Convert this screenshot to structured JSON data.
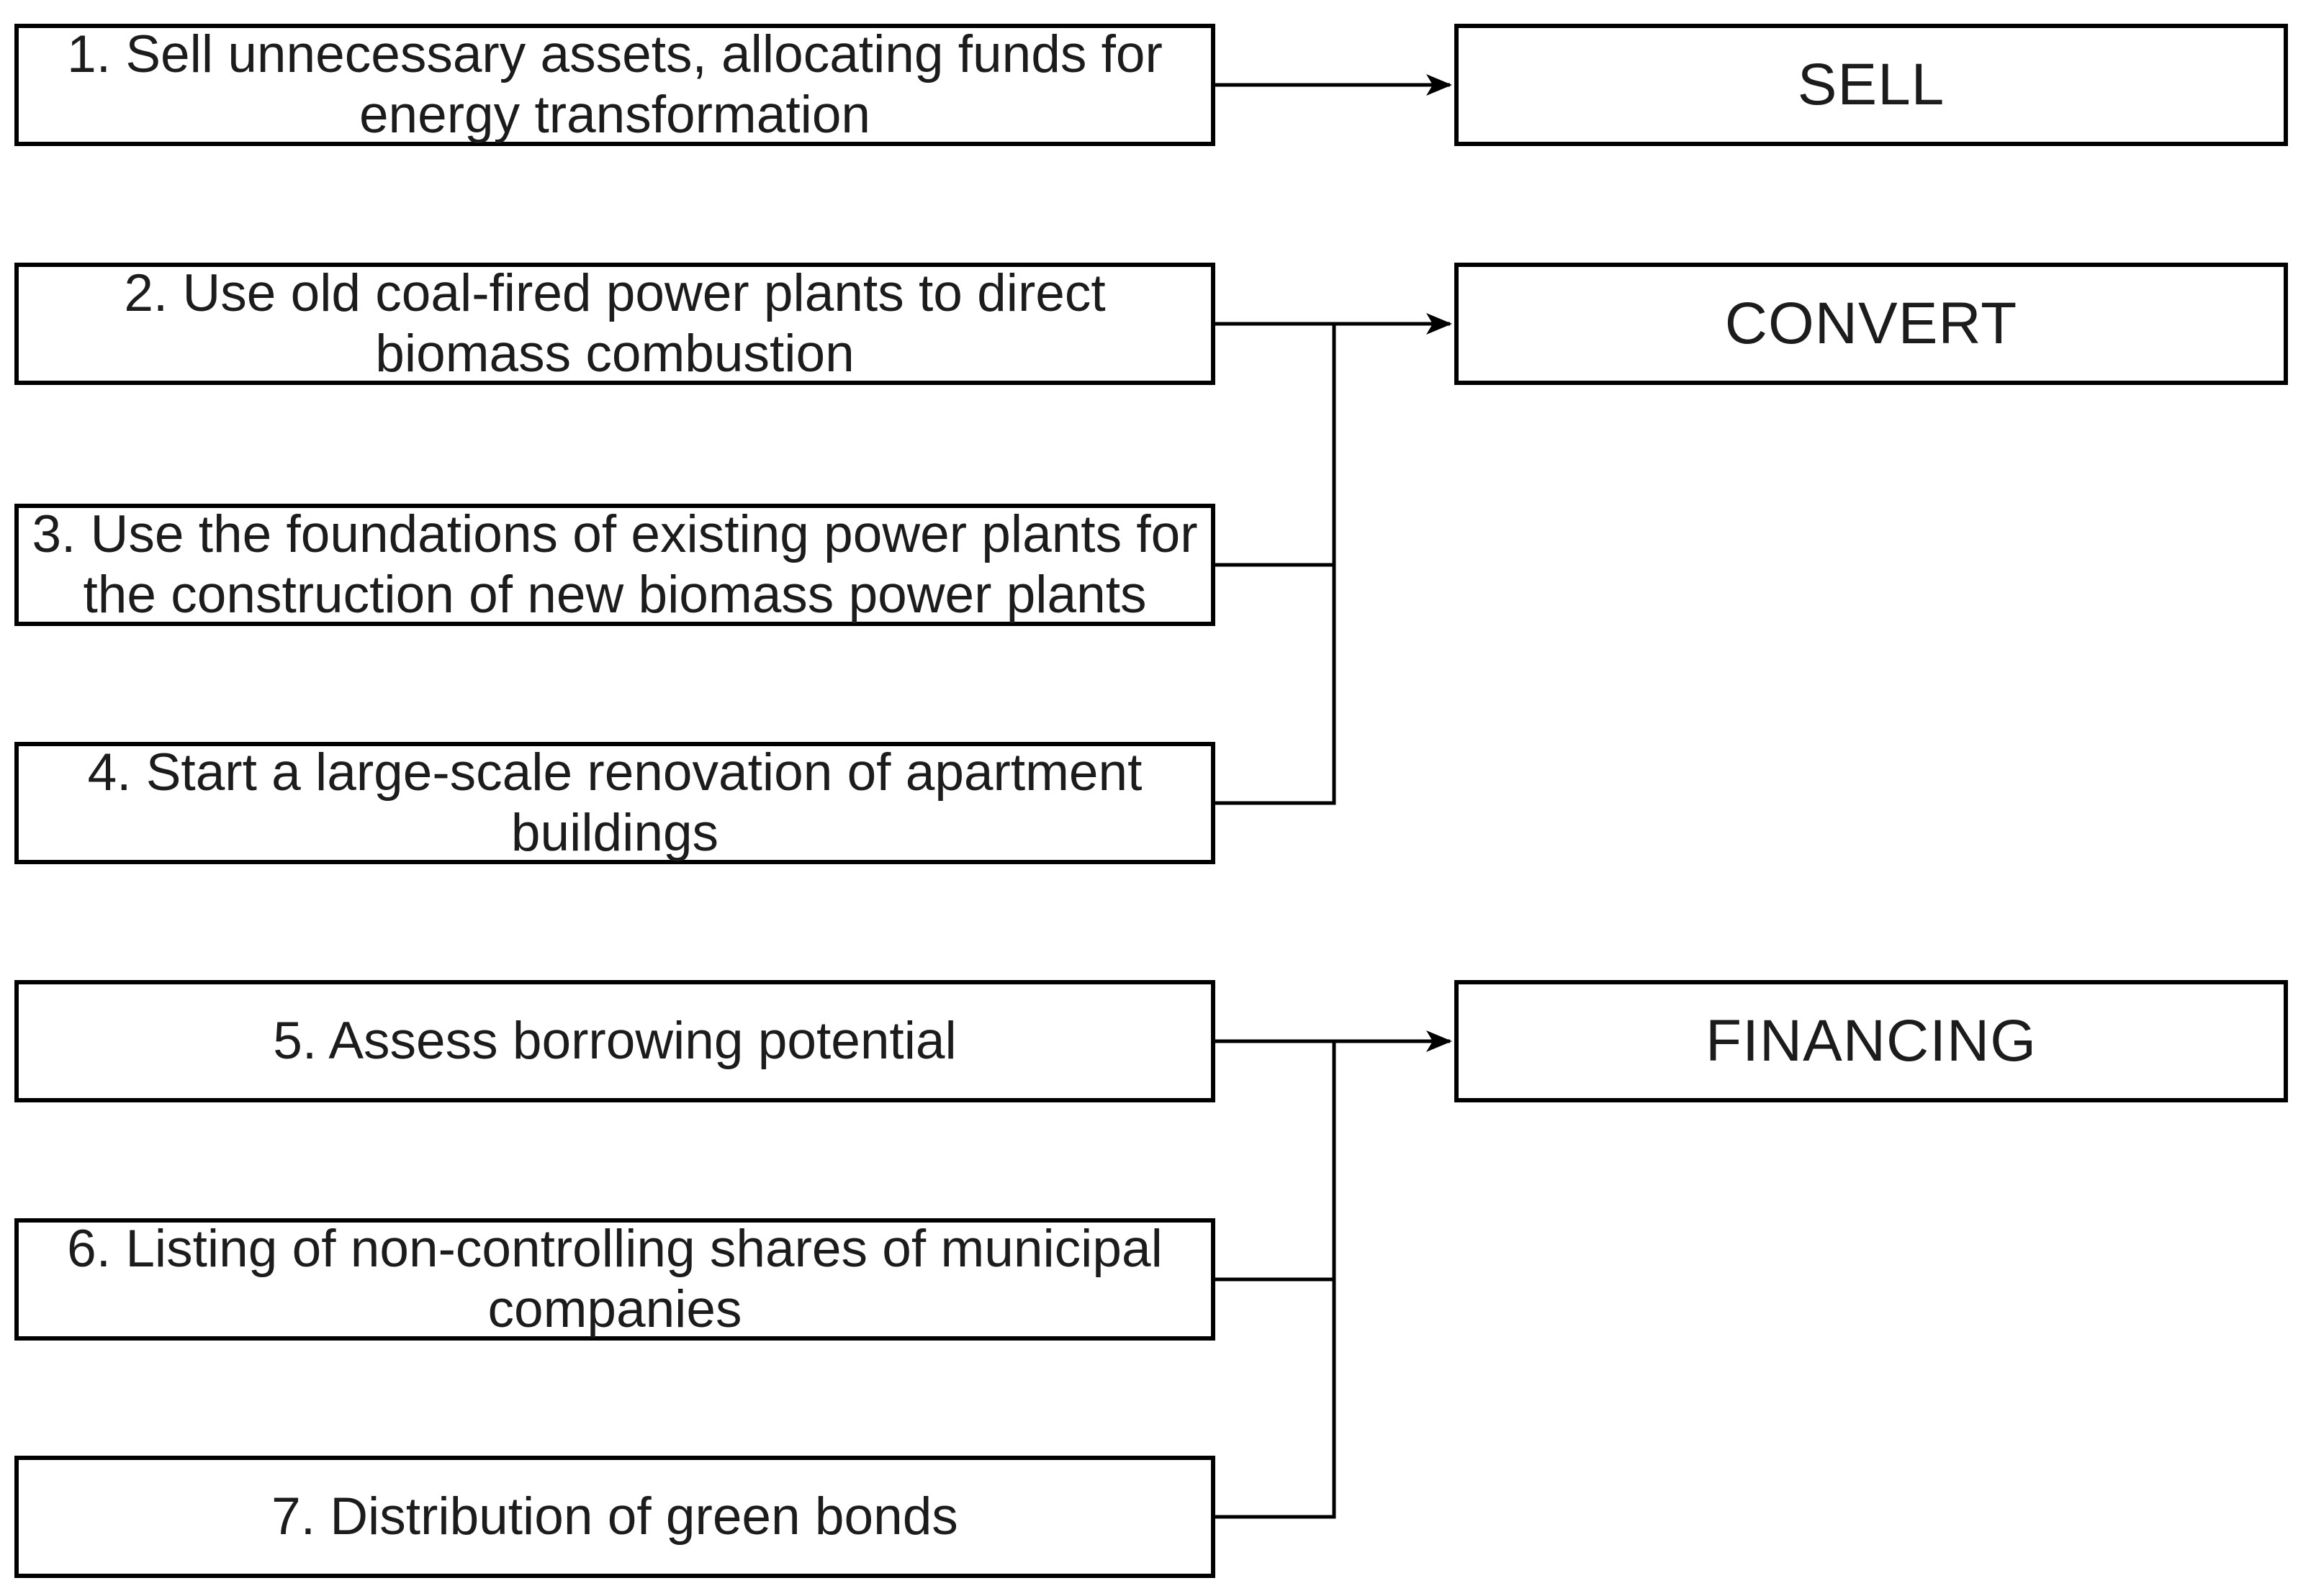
{
  "diagram": {
    "title": "Energy transformation action plan flowchart",
    "steps": [
      {
        "number": "1",
        "label": "1. Sell unnecessary assets, allocating funds for\nenergy transformation",
        "target": "SELL"
      },
      {
        "number": "2",
        "label": "2. Use old coal-fired power plants to direct\nbiomass combustion",
        "target": "CONVERT"
      },
      {
        "number": "3",
        "label": "3. Use the foundations of existing power plants for\nthe construction of new biomass power plants",
        "target": "CONVERT"
      },
      {
        "number": "4",
        "label": "4. Start a large-scale renovation of apartment\nbuildings",
        "target": "CONVERT"
      },
      {
        "number": "5",
        "label": "5. Assess borrowing potential",
        "target": "FINANCING"
      },
      {
        "number": "6",
        "label": "6. Listing of non-controlling shares of municipal\ncompanies",
        "target": "FINANCING"
      },
      {
        "number": "7",
        "label": "7. Distribution of green bonds",
        "target": "FINANCING"
      }
    ],
    "groups": [
      {
        "label": "SELL",
        "source_steps": [
          "1"
        ]
      },
      {
        "label": "CONVERT",
        "source_steps": [
          "2",
          "3",
          "4"
        ]
      },
      {
        "label": "FINANCING",
        "source_steps": [
          "5",
          "6",
          "7"
        ]
      }
    ],
    "connections": [
      {
        "from": "1",
        "to": "SELL",
        "arrow": true
      },
      {
        "from": "2",
        "to": "CONVERT",
        "arrow": true
      },
      {
        "from": "3",
        "to": "CONVERT",
        "arrow": false
      },
      {
        "from": "4",
        "to": "CONVERT",
        "arrow": false
      },
      {
        "from": "5",
        "to": "FINANCING",
        "arrow": true
      },
      {
        "from": "6",
        "to": "FINANCING",
        "arrow": false
      },
      {
        "from": "7",
        "to": "FINANCING",
        "arrow": false
      }
    ],
    "colors": {
      "background": "#ffffff",
      "box_border": "#000000",
      "line": "#000000",
      "text": "#1c1c1c"
    }
  }
}
